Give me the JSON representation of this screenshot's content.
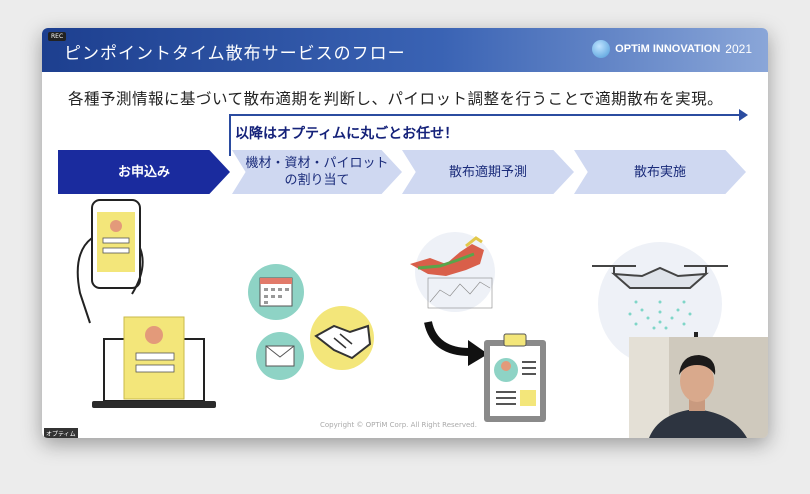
{
  "window": {
    "recording_badge": "REC",
    "title": "ピンポイントタイム散布サービスのフロー",
    "brand_name": "OPTiM INNOVATION",
    "brand_year": "2021"
  },
  "slide": {
    "subtitle": "各種予測情報に基づいて散布適期を判断し、パイロット調整を行うことで適期散布を実現。",
    "note": "以降はオプティムに丸ごとお任せ！",
    "steps": [
      {
        "label": "お申込み"
      },
      {
        "label_line1": "機材・資材・パイロット",
        "label_line2": "の割り当て"
      },
      {
        "label": "散布適期予測"
      },
      {
        "label": "散布実施"
      }
    ],
    "copyright": "Copyright © OPTiM Corp. All Right Reserved.",
    "presenter_tag": "オプティム"
  },
  "icons": [
    "smartphone-icon",
    "laptop-icon",
    "calendar-icon",
    "mail-icon",
    "handshake-icon",
    "map-icon",
    "clipboard-icon",
    "drone-icon"
  ],
  "colors": {
    "header_start": "#1d3f8f",
    "active_step": "#1a2b9e",
    "inactive_step": "#cfd8f1",
    "accent_yellow": "#f3e67a",
    "icon_teal": "#8ed3c5"
  }
}
